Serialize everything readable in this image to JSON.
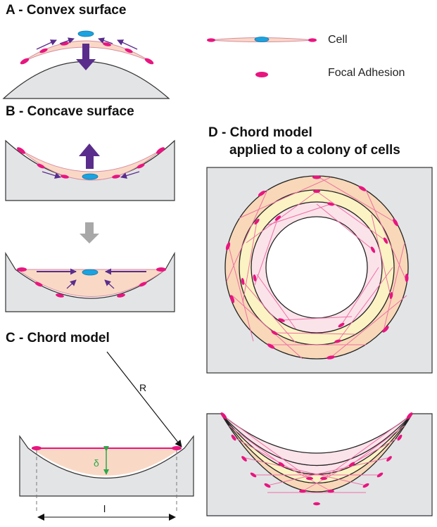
{
  "panels": {
    "a": {
      "title": "A - Convex surface"
    },
    "b": {
      "title": "B - Concave surface"
    },
    "c": {
      "title": "C - Chord model"
    },
    "d": {
      "title_line1": "D - Chord model",
      "title_line2": "applied to a colony of cells"
    }
  },
  "legend": {
    "cell": "Cell",
    "focal_adhesion": "Focal Adhesion"
  },
  "chord": {
    "radius_label": "R",
    "deflection_label": "δ",
    "length_label": "l"
  },
  "colors": {
    "surface": "#e3e4e6",
    "cell": "#f9d9c6",
    "adhesion": "#e8157f",
    "nucleus": "#1aa3e0",
    "force_arrow": "#5a2d8c",
    "transition_arrow": "#a8a8a8",
    "ring_outer": "#f8d8b8",
    "ring_middle": "#fbf3c4",
    "ring_inner": "#fbe3ea",
    "stress_fiber": "#ef6fa5",
    "deflection": "#2da84a"
  }
}
